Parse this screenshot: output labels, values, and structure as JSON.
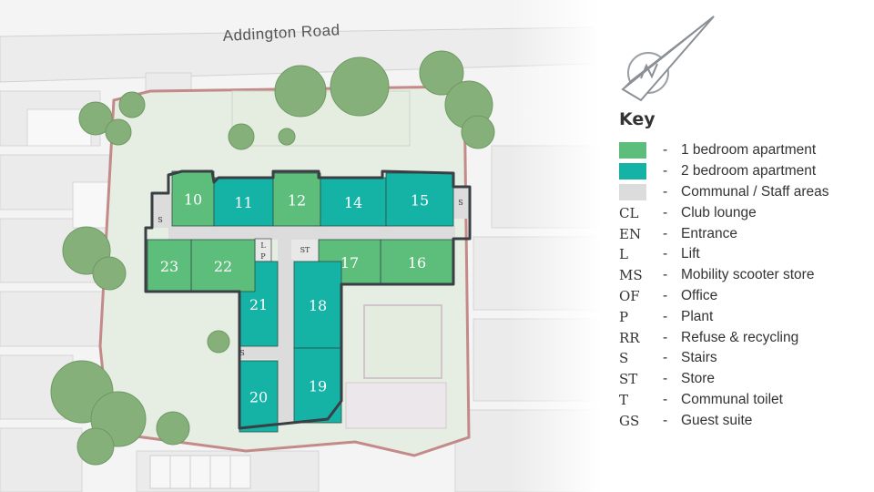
{
  "road_name": "Addington Road",
  "colors": {
    "one_bed": "#5dbe7b",
    "two_bed": "#14b3a6",
    "communal": "#dcdcdc",
    "site_boundary": "#c48a8a",
    "lawn": "#e4ede0",
    "tree": "#86b07a",
    "outline": "#3a3f44"
  },
  "units": [
    {
      "number": "10",
      "type": "one_bed"
    },
    {
      "number": "11",
      "type": "two_bed"
    },
    {
      "number": "12",
      "type": "one_bed"
    },
    {
      "number": "14",
      "type": "two_bed"
    },
    {
      "number": "15",
      "type": "two_bed"
    },
    {
      "number": "16",
      "type": "one_bed"
    },
    {
      "number": "17",
      "type": "one_bed"
    },
    {
      "number": "18",
      "type": "two_bed"
    },
    {
      "number": "19",
      "type": "two_bed"
    },
    {
      "number": "20",
      "type": "two_bed"
    },
    {
      "number": "21",
      "type": "two_bed"
    },
    {
      "number": "22",
      "type": "one_bed"
    },
    {
      "number": "23",
      "type": "one_bed"
    }
  ],
  "plan_labels": {
    "stairs_west": "S",
    "stairs_east": "S",
    "stairs_south": "S",
    "lift": "L",
    "plant": "P",
    "store": "ST"
  },
  "compass_icon": "north-arrow-icon",
  "key": {
    "title": "Key",
    "swatches": [
      {
        "color": "#5dbe7b",
        "label": "1 bedroom apartment"
      },
      {
        "color": "#14b3a6",
        "label": "2 bedroom apartment"
      },
      {
        "color": "#dcdcdc",
        "label": "Communal / Staff areas"
      }
    ],
    "abbreviations": [
      {
        "abbr": "CL",
        "label": "Club lounge"
      },
      {
        "abbr": "EN",
        "label": "Entrance"
      },
      {
        "abbr": "L",
        "label": "Lift"
      },
      {
        "abbr": "MS",
        "label": "Mobility scooter store"
      },
      {
        "abbr": "OF",
        "label": "Office"
      },
      {
        "abbr": "P",
        "label": "Plant"
      },
      {
        "abbr": "RR",
        "label": "Refuse & recycling"
      },
      {
        "abbr": "S",
        "label": "Stairs"
      },
      {
        "abbr": "ST",
        "label": "Store"
      },
      {
        "abbr": "T",
        "label": "Communal toilet"
      },
      {
        "abbr": "GS",
        "label": "Guest suite"
      }
    ]
  }
}
